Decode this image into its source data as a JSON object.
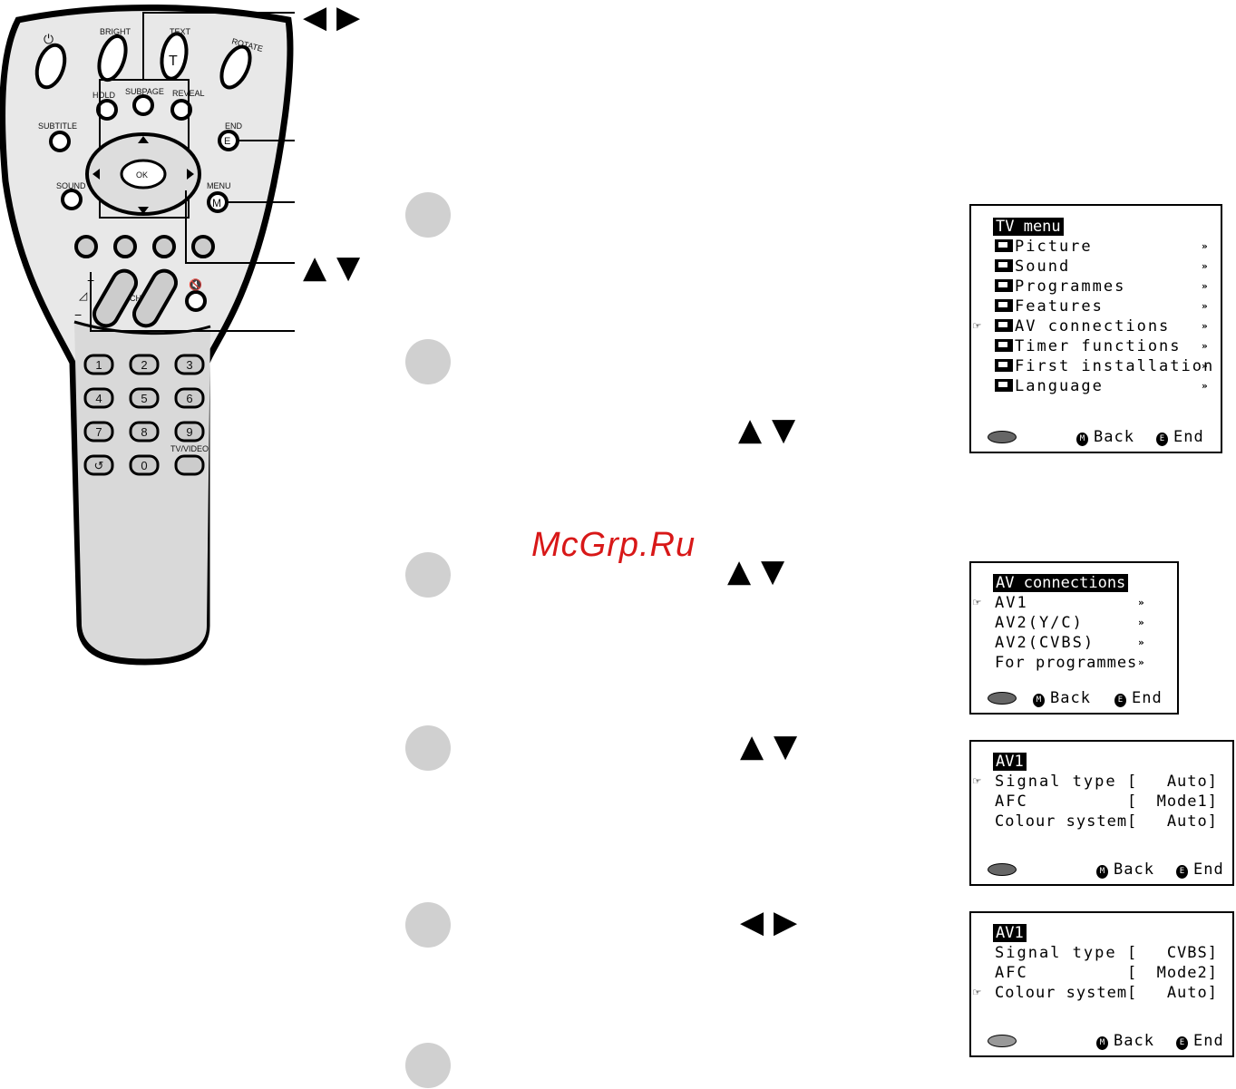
{
  "remote": {
    "labels": {
      "bright": "BRIGHT",
      "text": "TEXT",
      "rotate": "ROTATE",
      "hold": "HOLD",
      "subpage": "SUBPAGE",
      "reveal": "REVEAL",
      "subtitle": "SUBTITLE",
      "end": "END",
      "ok": "OK",
      "sound": "SOUND",
      "menu": "MENU",
      "ch": "CH",
      "tv_video": "TV/VIDEO",
      "end_key": "E",
      "menu_key": "M",
      "text_key": "T"
    },
    "numbers": [
      "1",
      "2",
      "3",
      "4",
      "5",
      "6",
      "7",
      "8",
      "9",
      "0"
    ]
  },
  "callouts": {
    "left_right": "◀ ▶",
    "up_down": "▲ ▼"
  },
  "watermark": "McGrp.Ru",
  "steps": {
    "step2_arrows": "▲ ▼",
    "step3_arrows": "▲ ▼",
    "step4_arrows": "▲ ▼",
    "step5_arrows": "◀ ▶"
  },
  "screen_tv_menu": {
    "title": "TV menu",
    "items": [
      "Picture",
      "Sound",
      "Programmes",
      "Features",
      "AV connections",
      "Timer functions",
      "First installation",
      "Language"
    ],
    "back": "Back",
    "end": "End"
  },
  "screen_av_connections": {
    "title": "AV connections",
    "items": [
      "AV1",
      "AV2(Y/C)",
      "AV2(CVBS)",
      "For programmes"
    ],
    "back": "Back",
    "end": "End"
  },
  "screen_av1_a": {
    "title": "AV1",
    "rows": [
      {
        "label": "Signal type",
        "bracket": "[",
        "value": "Auto]"
      },
      {
        "label": "AFC",
        "bracket": "[",
        "value": "Mode1]"
      },
      {
        "label": "Colour system[",
        "bracket": "",
        "value": "Auto]"
      }
    ],
    "back": "Back",
    "end": "End"
  },
  "screen_av1_b": {
    "title": "AV1",
    "rows": [
      {
        "label": "Signal type",
        "bracket": "[",
        "value": "CVBS]"
      },
      {
        "label": "AFC",
        "bracket": "[",
        "value": "Mode2]"
      },
      {
        "label": "Colour system[",
        "bracket": "",
        "value": "Auto]"
      }
    ],
    "back": "Back",
    "end": "End"
  }
}
